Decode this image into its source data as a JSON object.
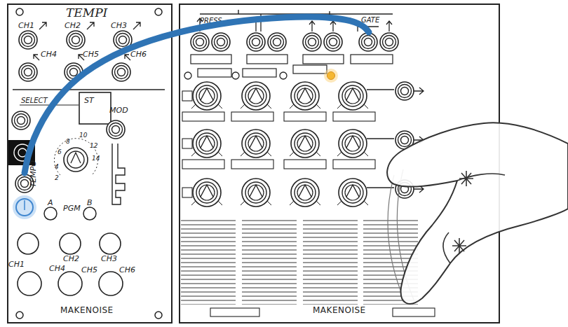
{
  "diagram": {
    "nodes": [
      {
        "text": [
          "TEMPI"
        ]
      },
      {
        "text": [
          "PRESS"
        ]
      },
      {
        "text": [
          "TEMPO"
        ],
        "in": 0
      },
      {
        "text": [
          "GATE"
        ],
        "in": 1
      }
    ],
    "edges": [
      {
        "from": 2,
        "to": 3,
        "arrow": "none"
      }
    ],
    "labels": [
      "CH1",
      "CH2",
      "CH3",
      "CH4",
      "CH5",
      "CH6",
      "SELECT",
      "ST",
      "MOD",
      "2",
      "4",
      "6",
      "8",
      "10",
      "12",
      "14",
      "A",
      "PGM",
      "B",
      "CH1",
      "CH2",
      "CH3",
      "CH4",
      "CH5",
      "CH6",
      "MAKENOISE",
      "MAKENOISE"
    ]
  }
}
